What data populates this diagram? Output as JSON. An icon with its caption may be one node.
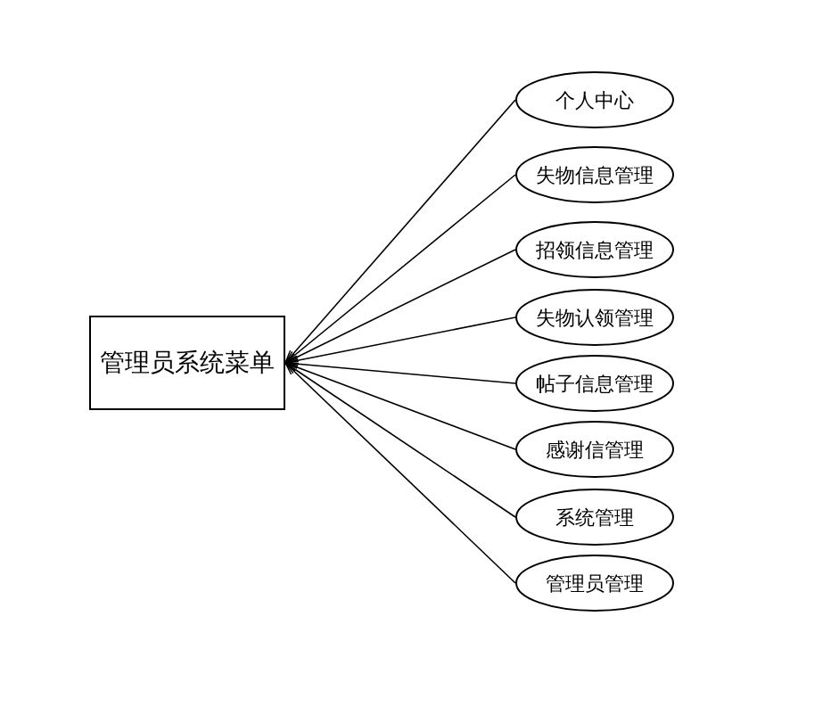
{
  "diagram": {
    "nodes": [
      {
        "text": [
          "管理员系统菜单"
        ]
      },
      {
        "text": [
          "个人中心"
        ]
      },
      {
        "text": [
          "失物信息管理"
        ]
      },
      {
        "text": [
          "招领信息管理"
        ]
      },
      {
        "text": [
          "失物认领管理"
        ]
      },
      {
        "text": [
          "帖子信息管理"
        ]
      },
      {
        "text": [
          "感谢信管理"
        ]
      },
      {
        "text": [
          "系统管理"
        ]
      },
      {
        "text": [
          "管理员管理"
        ]
      }
    ],
    "edges": [
      {
        "from": 1,
        "to": 0,
        "arrow": "to"
      },
      {
        "from": 2,
        "to": 0,
        "arrow": "to"
      },
      {
        "from": 3,
        "to": 0,
        "arrow": "to"
      },
      {
        "from": 4,
        "to": 0,
        "arrow": "to"
      },
      {
        "from": 5,
        "to": 0,
        "arrow": "to"
      },
      {
        "from": 6,
        "to": 0,
        "arrow": "to"
      },
      {
        "from": 7,
        "to": 0,
        "arrow": "to"
      },
      {
        "from": 8,
        "to": 0,
        "arrow": "to"
      }
    ]
  }
}
